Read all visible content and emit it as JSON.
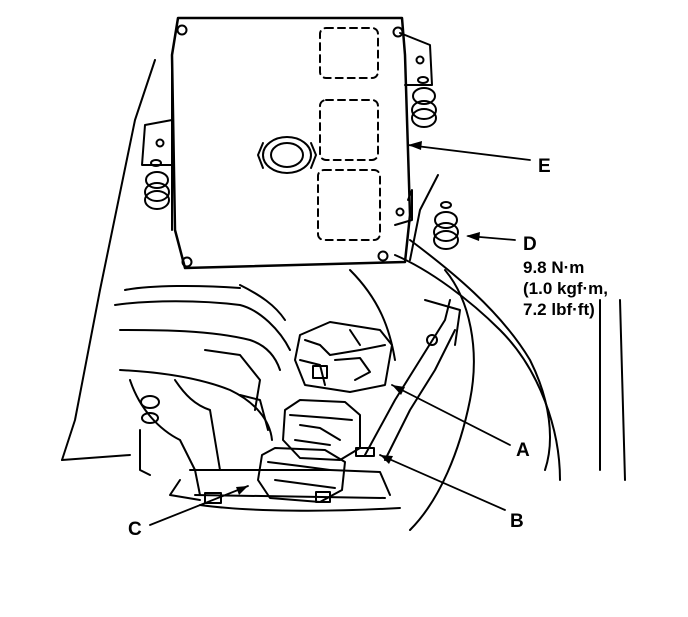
{
  "labels": {
    "A": "A",
    "B": "B",
    "C": "C",
    "D": "D",
    "E": "E"
  },
  "torque_spec": {
    "line1": "9.8 N·m",
    "line2": "(1.0 kgf·m,",
    "line3": "7.2 lbf·ft)"
  },
  "colors": {
    "ink": "#000000",
    "paper": "#ffffff"
  }
}
